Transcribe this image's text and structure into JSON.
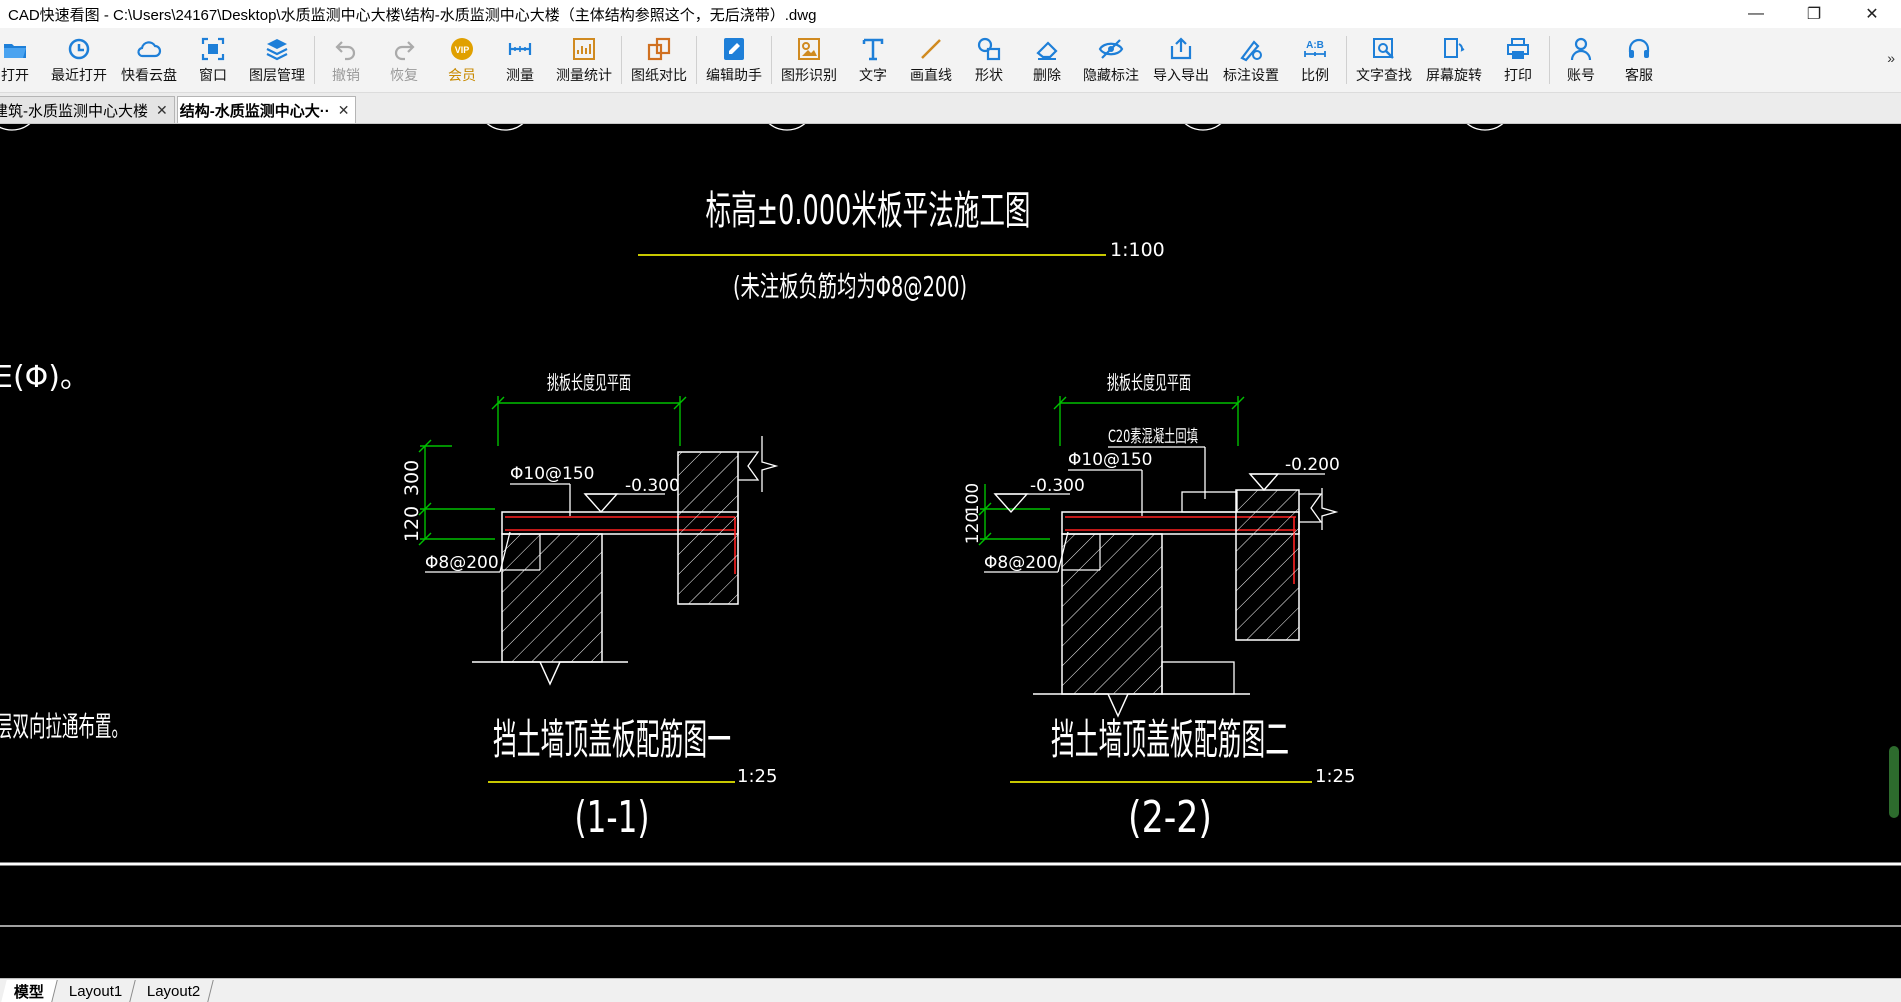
{
  "window": {
    "title": "CAD快速看图 - C:\\Users\\24167\\Desktop\\水质监测中心大楼\\结构-水质监测中心大楼（主体结构参照这个，无后浇带）.dwg",
    "controls": [
      "—",
      "❐",
      "✕"
    ]
  },
  "toolbar": {
    "items": [
      {
        "label": "打开",
        "icon": "folder-open-icon",
        "enabled": true
      },
      {
        "label": "最近打开",
        "icon": "recent-clock-icon",
        "enabled": true
      },
      {
        "label": "快看云盘",
        "icon": "cloud-icon",
        "enabled": true
      },
      {
        "label": "窗口",
        "icon": "window-fit-icon",
        "enabled": true
      },
      {
        "label": "图层管理",
        "icon": "layers-icon",
        "enabled": true
      },
      {
        "label": "撤销",
        "icon": "undo-icon",
        "enabled": false
      },
      {
        "label": "恢复",
        "icon": "redo-icon",
        "enabled": false
      },
      {
        "label": "会员",
        "icon": "vip-badge-icon",
        "enabled": true
      },
      {
        "label": "测量",
        "icon": "measure-ruler-icon",
        "enabled": true
      },
      {
        "label": "测量统计",
        "icon": "measure-stats-icon",
        "enabled": true
      },
      {
        "label": "图纸对比",
        "icon": "compare-icon",
        "enabled": true
      },
      {
        "label": "编辑助手",
        "icon": "edit-assistant-icon",
        "enabled": true
      },
      {
        "label": "图形识别",
        "icon": "shape-recognize-icon",
        "enabled": true
      },
      {
        "label": "文字",
        "icon": "text-icon",
        "enabled": true
      },
      {
        "label": "画直线",
        "icon": "line-icon",
        "enabled": true
      },
      {
        "label": "形状",
        "icon": "shapes-icon",
        "enabled": true
      },
      {
        "label": "删除",
        "icon": "eraser-icon",
        "enabled": true
      },
      {
        "label": "隐藏标注",
        "icon": "hide-eye-icon",
        "enabled": true
      },
      {
        "label": "导入导出",
        "icon": "import-export-icon",
        "enabled": true
      },
      {
        "label": "标注设置",
        "icon": "annotation-settings-icon",
        "enabled": true
      },
      {
        "label": "比例",
        "icon": "scale-ab-icon",
        "enabled": true
      },
      {
        "label": "文字查找",
        "icon": "text-search-icon",
        "enabled": true
      },
      {
        "label": "屏幕旋转",
        "icon": "screen-rotate-icon",
        "enabled": true
      },
      {
        "label": "打印",
        "icon": "printer-icon",
        "enabled": true
      },
      {
        "label": "账号",
        "icon": "account-icon",
        "enabled": true
      },
      {
        "label": "客服",
        "icon": "headset-icon",
        "enabled": true
      }
    ],
    "more": "»"
  },
  "tabs": [
    {
      "label": "建筑-水质监测中心大楼",
      "active": false,
      "close": "✕"
    },
    {
      "label": "结构-水质监测中心大··",
      "active": true,
      "close": "✕"
    }
  ],
  "drawing": {
    "plan_title": "标高±0.000米板平法施工图",
    "plan_scale": "1:100",
    "plan_note": "(未注板负筋均为Φ8@200)",
    "left_text_1": "E(Φ)。",
    "left_text_2": "层双向拉通布置。",
    "detail1": {
      "dim_top": "挑板长度见平面",
      "rebar_top": "Φ10@150",
      "rebar_bottom": "Φ8@200",
      "elev": "-0.300",
      "dim_300": "300",
      "dim_120": "120",
      "title": "挡土墙顶盖板配筋图一",
      "scale": "1:25",
      "section": "(1-1)"
    },
    "detail2": {
      "dim_top": "挑板长度见平面",
      "fill_note": "C20素混凝土回填",
      "rebar_top": "Φ10@150",
      "rebar_bottom": "Φ8@200",
      "elev_left": "-0.300",
      "elev_right": "-0.200",
      "dim_120": "120",
      "dim_100": "100",
      "title": "挡土墙顶盖板配筋图二",
      "scale": "1:25",
      "section": "(2-2)"
    }
  },
  "layouts": [
    {
      "label": "模型",
      "active": true
    },
    {
      "label": "Layout1",
      "active": false
    },
    {
      "label": "Layout2",
      "active": false
    }
  ],
  "colors": {
    "canvas_bg": "#000000",
    "cad_white": "#ffffff",
    "cad_green": "#00c000",
    "cad_yellow": "#c8c800",
    "cad_red": "#ff2020",
    "icon_blue": "#1e7fd8",
    "vip_gold": "#e0a000"
  }
}
